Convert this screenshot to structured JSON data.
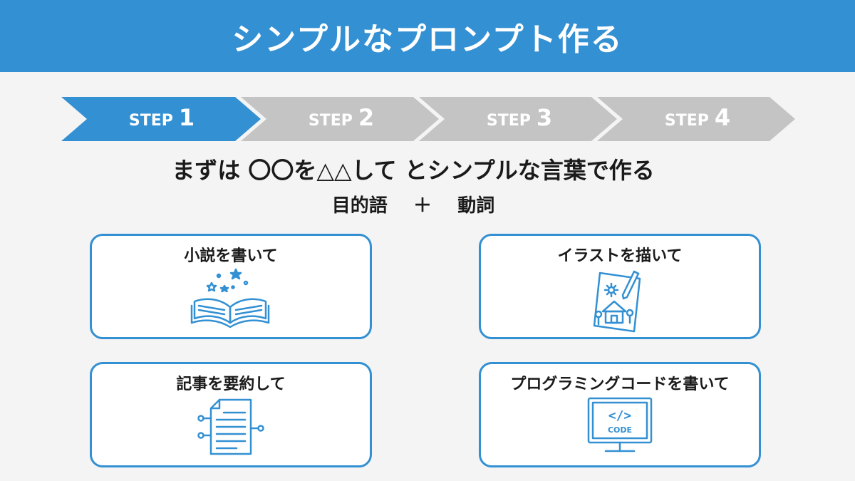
{
  "header": {
    "title": "シンプルなプロンプト作る"
  },
  "steps": [
    {
      "word": "STEP",
      "number": "1",
      "active": true
    },
    {
      "word": "STEP",
      "number": "2",
      "active": false
    },
    {
      "word": "STEP",
      "number": "3",
      "active": false
    },
    {
      "word": "STEP",
      "number": "4",
      "active": false
    }
  ],
  "colors": {
    "accent": "#3390d3",
    "inactive_step": "#c4c4c4",
    "background": "#f4f4f4",
    "text": "#1a1a1a"
  },
  "headline": "まずは 〇〇を△△して とシンプルな言葉で作る",
  "formula": {
    "object": "目的語",
    "plus": "＋",
    "verb": "動詞"
  },
  "cards": [
    {
      "title": "小説を書いて",
      "icon": "open-book-stars-icon"
    },
    {
      "title": "イラストを描いて",
      "icon": "drawing-sheet-pencil-icon"
    },
    {
      "title": "記事を要約して",
      "icon": "document-summary-icon"
    },
    {
      "title": "プログラミングコードを書いて",
      "icon": "monitor-code-icon",
      "icon_text": "CODE",
      "icon_glyph": "</>"
    }
  ]
}
